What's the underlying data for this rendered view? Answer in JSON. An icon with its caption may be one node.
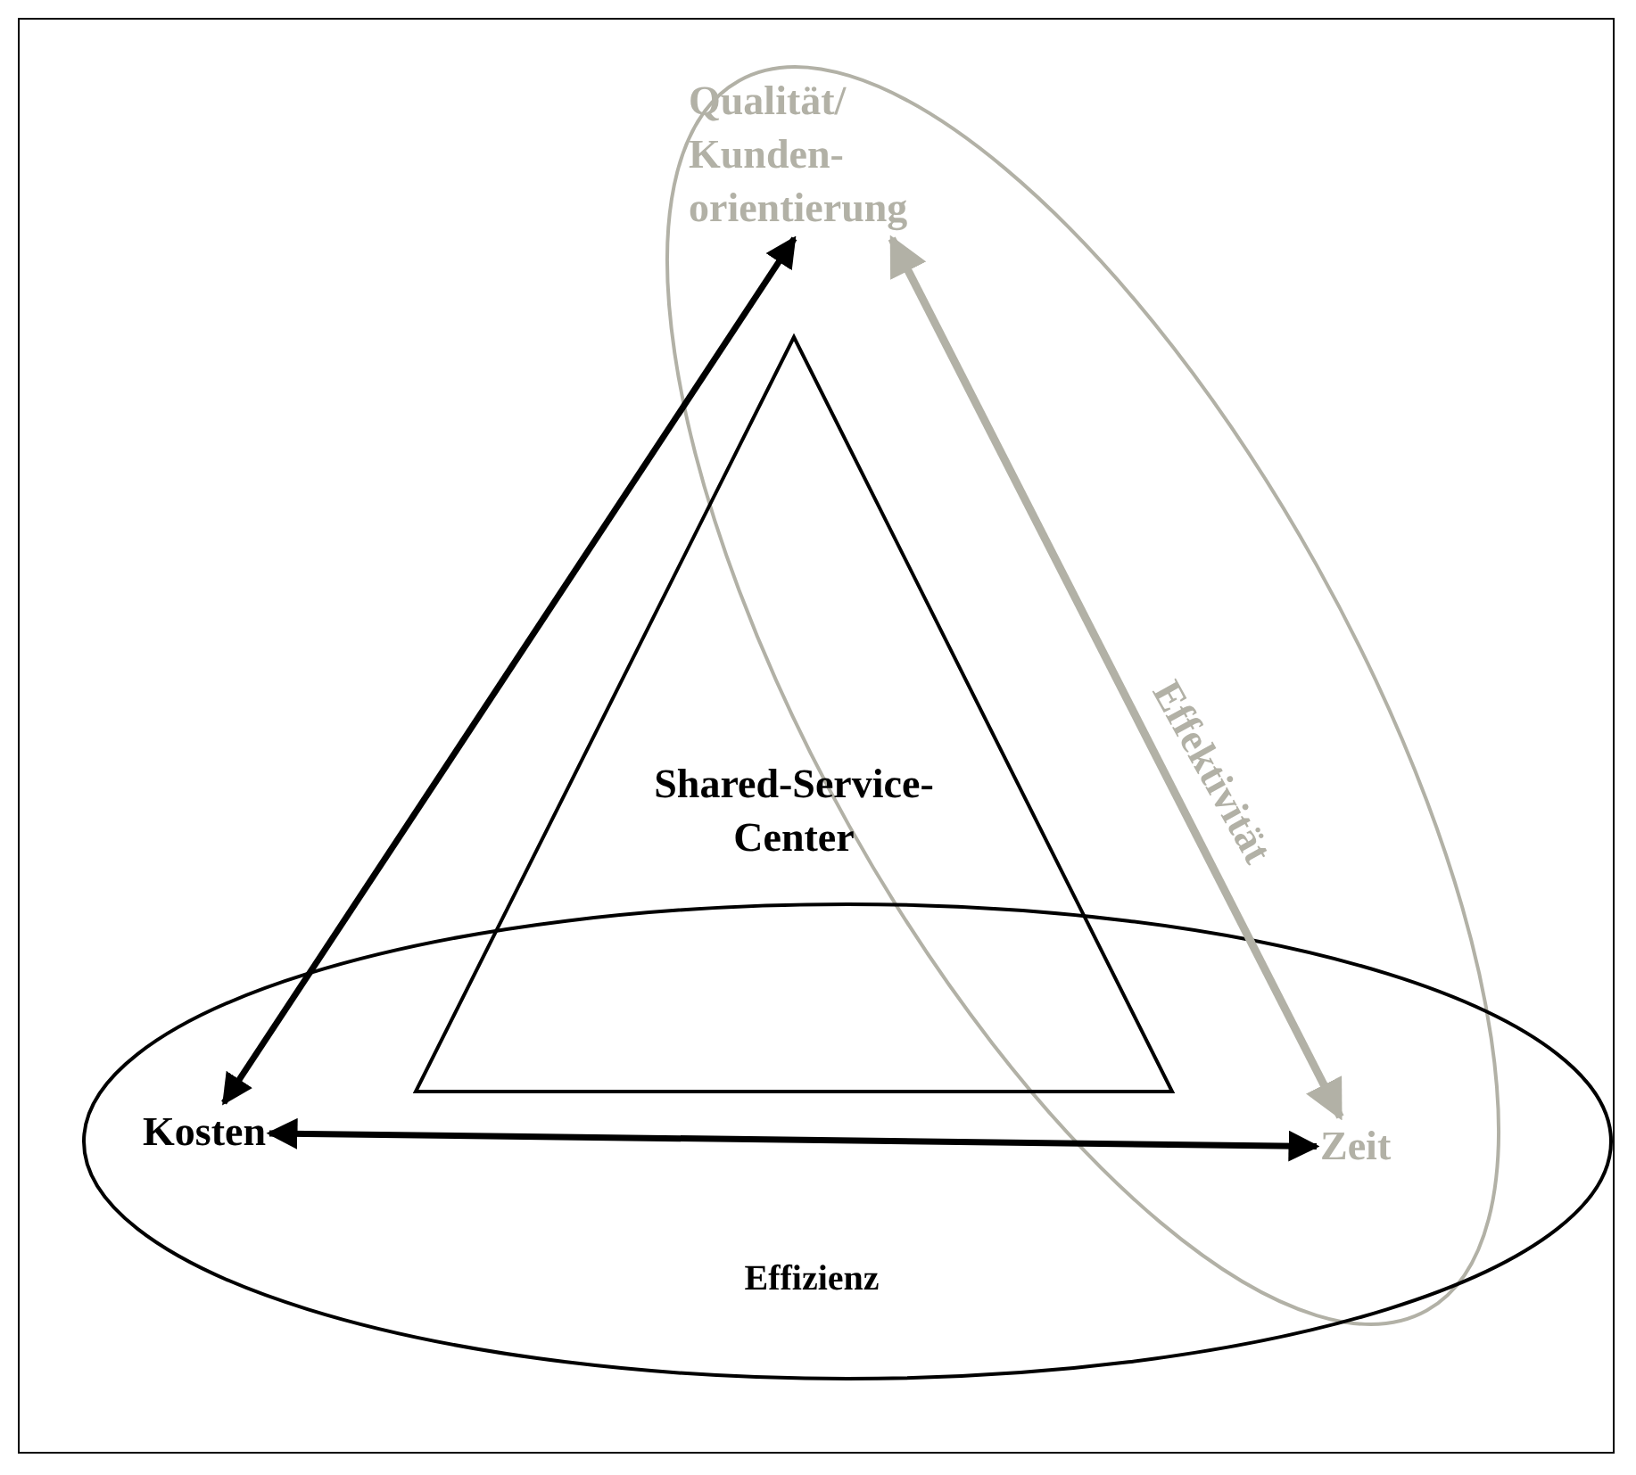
{
  "diagram": {
    "nodes": [
      {
        "text": [
          "Effektivität"
        ]
      },
      {
        "text": [
          "Qualität/ Kunden-orientierung"
        ],
        "in": 0
      },
      {
        "text": [
          "Shared-Service-Center"
        ]
      },
      {
        "text": [
          "Effizienz"
        ]
      },
      {
        "text": [
          "Kosten"
        ],
        "in": 3
      },
      {
        "text": [
          "Zeit"
        ]
      }
    ],
    "edges": [
      {
        "from": 4,
        "to": 1,
        "arrow": "both"
      },
      {
        "from": 4,
        "to": 5,
        "arrow": "both"
      },
      {
        "from": 1,
        "to": 5,
        "arrow": "both",
        "color": "#b2b1a6"
      }
    ]
  }
}
